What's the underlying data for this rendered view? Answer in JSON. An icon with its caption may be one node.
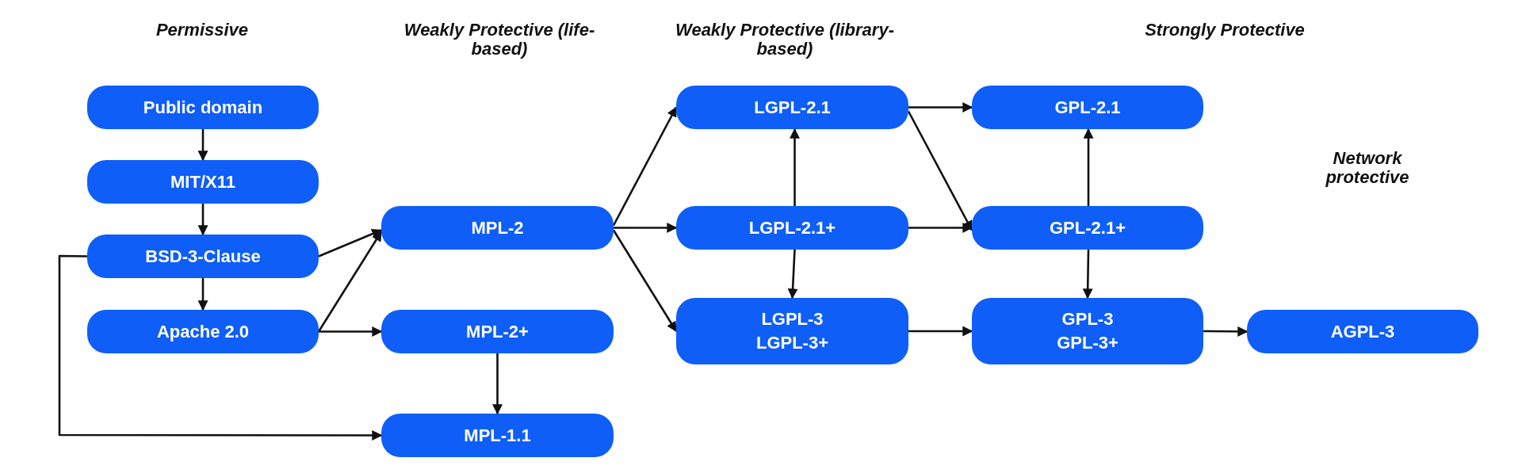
{
  "diagram": {
    "nodes": [
      {
        "text": [
          "Public domain"
        ]
      },
      {
        "text": [
          "MIT/X11"
        ]
      },
      {
        "text": [
          "BSD-3-Clause"
        ]
      },
      {
        "text": [
          "Apache 2.0"
        ]
      },
      {
        "text": [
          "MPL-2"
        ]
      },
      {
        "text": [
          "MPL-2+"
        ]
      },
      {
        "text": [
          "MPL-1.1"
        ]
      },
      {
        "text": [
          "LGPL-2.1"
        ]
      },
      {
        "text": [
          "LGPL-2.1+"
        ]
      },
      {
        "text": [
          "LGPL-3",
          "LGPL-3+"
        ]
      },
      {
        "text": [
          "GPL-2.1"
        ]
      },
      {
        "text": [
          "GPL-2.1+"
        ]
      },
      {
        "text": [
          "GPL-3",
          "GPL-3+"
        ]
      },
      {
        "text": [
          "AGPL-3"
        ]
      }
    ],
    "edges": [
      {
        "from": 0,
        "to": 1,
        "arrow": "to"
      },
      {
        "from": 1,
        "to": 2,
        "arrow": "to"
      },
      {
        "from": 2,
        "to": 3,
        "arrow": "to"
      },
      {
        "from": 2,
        "to": 4,
        "arrow": "to"
      },
      {
        "from": 3,
        "to": 4,
        "arrow": "to"
      },
      {
        "from": 3,
        "to": 5,
        "arrow": "to"
      },
      {
        "from": 2,
        "to": 6,
        "arrow": "to"
      },
      {
        "from": 5,
        "to": 6,
        "arrow": "to"
      },
      {
        "from": 4,
        "to": 7,
        "arrow": "to"
      },
      {
        "from": 4,
        "to": 8,
        "arrow": "to"
      },
      {
        "from": 4,
        "to": 9,
        "arrow": "to"
      },
      {
        "from": 8,
        "to": 7,
        "arrow": "to"
      },
      {
        "from": 8,
        "to": 9,
        "arrow": "to"
      },
      {
        "from": 7,
        "to": 10,
        "arrow": "to"
      },
      {
        "from": 7,
        "to": 11,
        "arrow": "to"
      },
      {
        "from": 8,
        "to": 11,
        "arrow": "to"
      },
      {
        "from": 9,
        "to": 12,
        "arrow": "to"
      },
      {
        "from": 11,
        "to": 10,
        "arrow": "to"
      },
      {
        "from": 11,
        "to": 12,
        "arrow": "to"
      },
      {
        "from": 12,
        "to": 13,
        "arrow": "to"
      }
    ],
    "labels": [
      "Permissive",
      "Weakly Protective (life-based)",
      "Weakly Protective (library-based)",
      "Strongly Protective",
      "Network protective"
    ]
  }
}
